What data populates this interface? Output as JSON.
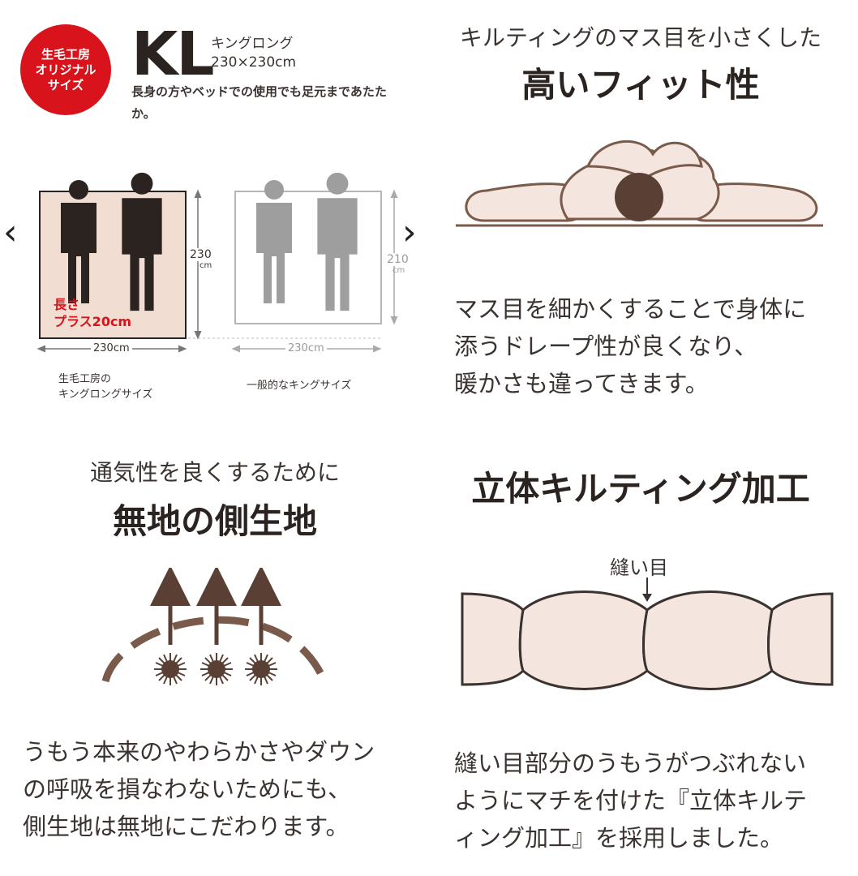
{
  "badge": {
    "lines": [
      "生毛工房",
      "オリジナル",
      "サイズ"
    ]
  },
  "kl": {
    "code": "KL",
    "name": "キングロング",
    "dimensions": "230×230cm",
    "description": "長身の方やベッドでの使用でも足元まであたたか。"
  },
  "nav": {
    "prev": "‹",
    "next": "›"
  },
  "size_compare": {
    "ours": {
      "height_value": "230",
      "height_unit": "cm",
      "width_label": "230cm",
      "note_line1": "長さ",
      "note_line2": "プラス20cm",
      "caption_line1": "生毛工房の",
      "caption_line2": "キングロングサイズ",
      "fill_color": "#f2ddd2"
    },
    "standard": {
      "height_value": "210",
      "height_unit": "cm",
      "width_label": "230cm",
      "caption": "一般的なキングサイズ"
    }
  },
  "fit": {
    "subtitle": "キルティングのマス目を小さくした",
    "title": "高いフィット性",
    "body": [
      "マス目を細かくすることで身体に",
      "添うドレープ性が良くなり、",
      "暖かさも違ってきます。"
    ]
  },
  "fabric": {
    "subtitle": "通気性を良くするために",
    "title": "無地の側生地",
    "body": [
      "うもう本来のやわらかさやダウン",
      "の呼吸を損なわないためにも、",
      "側生地は無地にこだわります。"
    ]
  },
  "quilting": {
    "title": "立体キルティング加工",
    "seam_label": "縫い目",
    "body": [
      "縫い目部分のうもうがつぶれない",
      "ようにマチを付けた『立体キルテ",
      "ィング加工』を採用しました。"
    ]
  },
  "colors": {
    "accent_red": "#d8131b",
    "brown": "#7a5a4a",
    "dark": "#2b2320",
    "pillow": "#f4e6de"
  }
}
